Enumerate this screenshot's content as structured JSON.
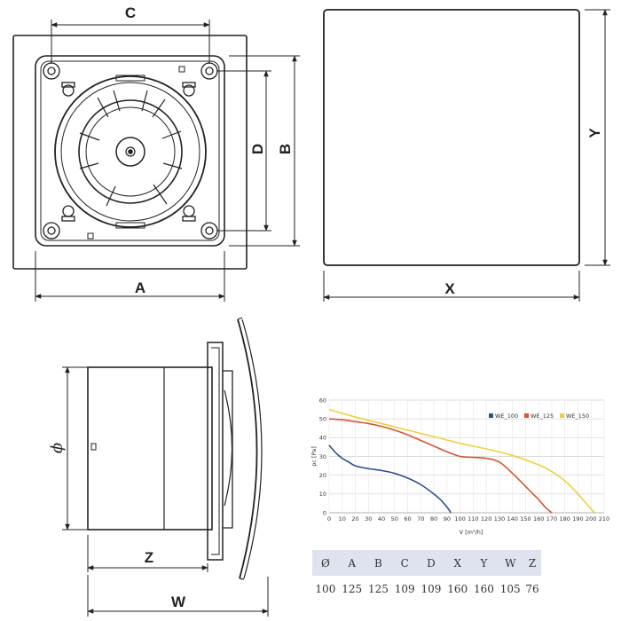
{
  "front_view": {
    "label_a": "A",
    "label_b": "B",
    "label_c": "C",
    "label_d": "D"
  },
  "panel_view": {
    "label_x": "X",
    "label_y": "Y"
  },
  "side_view": {
    "label_phi": "ϕ",
    "label_z": "Z",
    "label_w": "W"
  },
  "chart_data": {
    "type": "line",
    "xlabel": "V [m³/h]",
    "ylabel": "pc [Pa]",
    "xlim": [
      0,
      210
    ],
    "ylim": [
      0,
      60
    ],
    "xticks": [
      0,
      10,
      20,
      30,
      40,
      50,
      60,
      70,
      80,
      90,
      100,
      110,
      120,
      130,
      140,
      150,
      160,
      170,
      180,
      190,
      200,
      210
    ],
    "yticks": [
      0,
      10,
      20,
      30,
      40,
      50,
      60
    ],
    "grid": true,
    "legend_position": "top-right",
    "series": [
      {
        "name": "WE_100",
        "color": "#2e4f8f",
        "x": [
          0,
          5,
          10,
          15,
          20,
          30,
          40,
          50,
          60,
          70,
          80,
          85,
          90,
          93
        ],
        "y": [
          36,
          32,
          29,
          27,
          25,
          23.5,
          22.5,
          21,
          18.5,
          15,
          10,
          7,
          3,
          0
        ]
      },
      {
        "name": "WE_125",
        "color": "#d9542f",
        "x": [
          0,
          10,
          20,
          30,
          40,
          50,
          60,
          70,
          80,
          90,
          100,
          110,
          120,
          130,
          140,
          150,
          160,
          165,
          170
        ],
        "y": [
          50,
          49.5,
          48.5,
          47.5,
          46,
          44,
          41.5,
          38.5,
          35.5,
          32.5,
          30,
          29.5,
          29,
          27,
          21,
          14,
          7,
          3,
          0
        ]
      },
      {
        "name": "WE_150",
        "color": "#efcf3c",
        "x": [
          0,
          20,
          40,
          60,
          80,
          100,
          120,
          140,
          160,
          170,
          180,
          190,
          195,
          200,
          203
        ],
        "y": [
          55,
          51,
          47.5,
          44,
          40.5,
          37,
          34,
          30.5,
          25.5,
          22,
          17,
          10,
          6,
          2,
          0
        ]
      }
    ]
  },
  "table": {
    "headers": [
      "Ø",
      "A",
      "B",
      "C",
      "D",
      "X",
      "Y",
      "W",
      "Z"
    ],
    "values": [
      "100",
      "125",
      "125",
      "109",
      "109",
      "160",
      "160",
      "105",
      "76"
    ]
  }
}
